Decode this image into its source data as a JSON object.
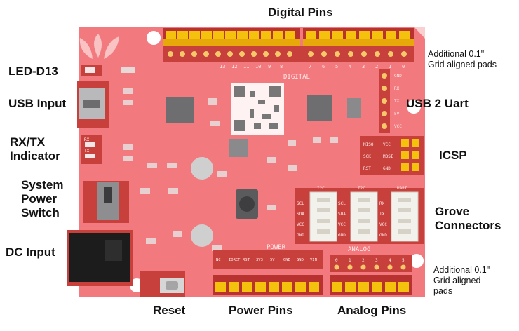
{
  "labels": {
    "digital_pins": "Digital Pins",
    "led_d13": "LED-D13",
    "usb_input": "USB Input",
    "rxtx_indicator": "RX/TX\nIndicator",
    "system_power_switch": "System\nPower\nSwitch",
    "dc_input": "DC Input",
    "reset": "Reset",
    "power_pins": "Power Pins",
    "analog_pins": "Analog Pins",
    "usb_2_uart": "USB 2 Uart",
    "icsp": "ICSP",
    "grove_connectors": "Grove\nConnectors",
    "additional_pads_top": "Additional 0.1\"\nGrid aligned pads",
    "additional_pads_bottom": "Additional 0.1\"\nGrid aligned\npads"
  },
  "silkscreen": {
    "digital": "DIGITAL",
    "power": "POWER",
    "analog": "ANALOG",
    "digital_numbers_left": [
      "13",
      "12",
      "11",
      "10",
      "9",
      "8"
    ],
    "digital_numbers_right": [
      "7",
      "6",
      "5",
      "4",
      "3",
      "2",
      "1",
      "0"
    ],
    "power_pins": [
      "NC",
      "IOREF",
      "RST",
      "3V3",
      "5V",
      "GND",
      "GND",
      "VIN"
    ],
    "analog_numbers": [
      "0",
      "1",
      "2",
      "3",
      "4",
      "5"
    ],
    "icsp_left": [
      "MISO",
      "SCK",
      "RST"
    ],
    "icsp_right": [
      "VCC",
      "MOSI",
      "GND"
    ],
    "grove_pins": [
      "SCL",
      "SDA",
      "VCC",
      "GND"
    ],
    "grove_pins_uart": [
      "RX",
      "TX",
      "VCC",
      "GND"
    ],
    "uart_pins": [
      "GND",
      "RX",
      "TX",
      "5V",
      "VCC"
    ],
    "rx": "RX",
    "tx": "TX",
    "grove_headers": [
      "I2C",
      "I2C",
      "UART"
    ]
  },
  "colors": {
    "board": "#f0656a",
    "board_light": "#f69a9c",
    "header_yellow": "#f4c20d",
    "header_dark": "#b8332f",
    "chip": "#6e6e70",
    "grove_white": "#f3f1ec",
    "dc_jack": "#1c1c1c"
  }
}
